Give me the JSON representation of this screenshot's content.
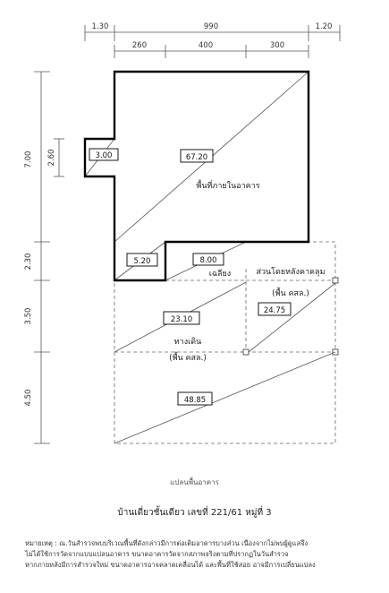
{
  "dimensions": {
    "top_total": "990",
    "top_left_margin": "1.30",
    "top_right_margin": "1.20",
    "top_seg_1": "260",
    "top_seg_2": "400",
    "top_seg_3": "300",
    "left_1": "7.00",
    "left_sub": "2.60",
    "left_2": "2.30",
    "left_3": "3.50",
    "left_4": "4.50"
  },
  "areas": {
    "main_area_value": "67.20",
    "main_area_label": "พื้นที่ภายในอาคาร",
    "bump_value": "3.00",
    "step_value": "5.20",
    "porch_value": "8.00",
    "porch_label": "เฉลียง",
    "side_value": "24.75",
    "side_label_1": "ส่วนโดยหลังคาคลุม",
    "side_label_2": "(พื้น คสล.)",
    "walk_value": "23.10",
    "walk_label_1": "ทางเดิน",
    "walk_label_2": "(พื้น คสล.)",
    "yard_value": "48.85"
  },
  "caption": {
    "subtitle": "แปลนพื้นอาคาร",
    "title": "บ้านเดี่ยวชั้นเดียว เลขที่ 221/61 หมู่ที่ 3"
  },
  "notes": [
    "หมายเหตุ : ณ.วันสำรวจพบบริเวณพื้นที่ดังกล่าวมีการต่อเติมอาคารบางส่วน เนื่องจากไม่พบผู้ดูแลจึง",
    "ไม่ได้ใช้การวัดจากแบบแปลนอาคาร ขนาดอาคารวัดจากสภาพจริงตามที่ปรากฏในวันสำรวจ",
    "หากภายหลังมีการสำรวจใหม่ ขนาดอาคารอาจคลาดเคลื่อนได้ และพื้นที่ใช้สอย อาจมีการเปลี่ยนแปลง"
  ]
}
